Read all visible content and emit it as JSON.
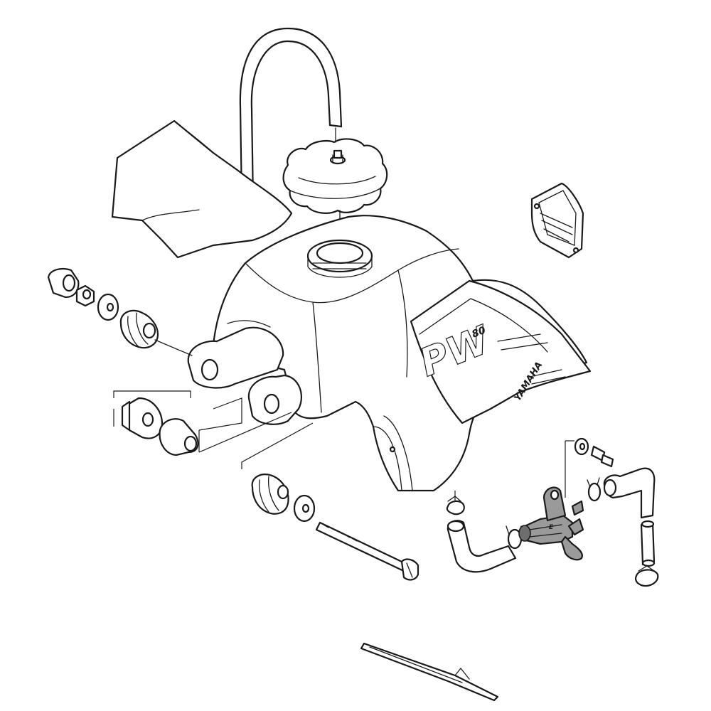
{
  "diagram": {
    "style": "exploded parts diagram, black line art on white",
    "highlight_color": "#9a9a9a",
    "line_color": "#1a1a1a",
    "background_color": "#ffffff",
    "decal": {
      "main_mark": "PW",
      "sub_mark": "80",
      "side_mark": "YAMAHA"
    }
  }
}
